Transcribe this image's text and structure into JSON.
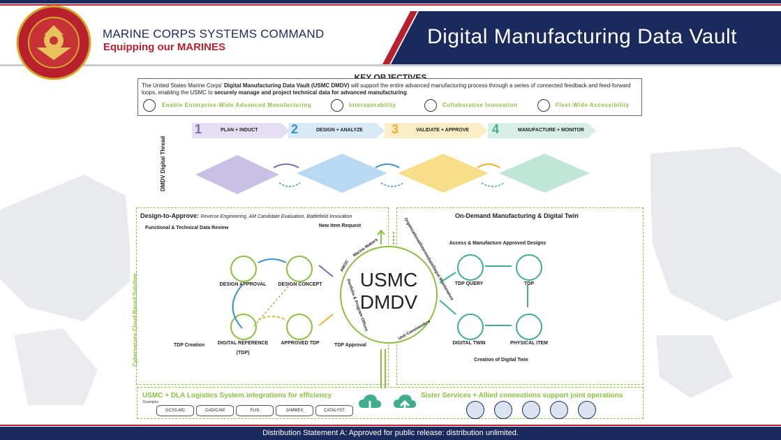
{
  "header": {
    "org": "MARINE CORPS SYSTEMS COMMAND",
    "tagline": "Equipping our MARINES",
    "title": "Digital Manufacturing Data Vault"
  },
  "objectives": {
    "title": "KEY OBJECTIVES",
    "text_1": "The United States Marine Corps' ",
    "text_bold_1": "Digital Manufacturing Data Vault (USMC DMDV)",
    "text_2": " will support the entire advanced manufacturing process through a series of connected feedback and feed-forward loops, enabling the USMC to ",
    "text_bold_2": "securely manage and project technical data for advanced manufacturing",
    "text_3": ".",
    "items": [
      "Enable Enterprise-Wide Advanced Manufacturing",
      "Interoperability",
      "Collaborative Innovation",
      "Fleet-Wide Accessibility"
    ]
  },
  "thread": {
    "label": "DMDV Digital Thread",
    "steps": [
      {
        "num": "1",
        "label": "PLAN + INDUCT",
        "color": "#7b6bb5",
        "bg": "#e4dff2"
      },
      {
        "num": "2",
        "label": "DESIGN + ANALYZE",
        "color": "#3c8fd0",
        "bg": "#d9eaf7"
      },
      {
        "num": "3",
        "label": "VALIDATE + APPROVE",
        "color": "#e9b22a",
        "bg": "#fbeec6"
      },
      {
        "num": "4",
        "label": "MANUFACTURE + MONITOR",
        "color": "#3fae8f",
        "bg": "#d7efe6"
      }
    ]
  },
  "design": {
    "title": "Design-to-Approve:",
    "subtitle": "Reverse Engineering, AM Candidate Evaluation, Battlefield Innovation",
    "functional_review": "Functional & Technical Data Review",
    "new_item": "New Item Request",
    "design_approval": "DESIGN APPROVAL",
    "design_concept": "DESIGN CONCEPT",
    "digital_reference": "DIGITAL REFERENCE",
    "tdp_paren": "(TDP)",
    "approved_tdp": "APPROVED TDP",
    "tdp_creation": "TDP Creation",
    "tdp_approval": "TDP Approval"
  },
  "center": {
    "line1": "USMC",
    "line2": "DMDV",
    "ring": [
      "AMOC",
      "Marine Makers",
      "Organizational/Intermediate/Depot Maintenance",
      "Unit Commanders",
      "Portfolio & Program Offices"
    ]
  },
  "ondemand": {
    "title": "On-Demand Manufacturing & Digital Twin",
    "access": "Access & Manufacture Approved Designs",
    "tdp_query": "TDP QUERY",
    "tdp": "TDP",
    "physical_item": "PHYSICAL ITEM",
    "digital_twin": "DIGITAL TWIN",
    "creation": "Creation of Digital Twin"
  },
  "side_label": "Cybersecure Cloud Based Solution",
  "logistics": {
    "title": "USMC + DLA Logistics System integrations for efficiency",
    "examples": "Examples",
    "systems": [
      "GCSS-MC",
      "CAD/CAM",
      "FLIS",
      "JAMMEX",
      "CATALYST"
    ]
  },
  "sister": {
    "title": "Sister Services + Allied connections support joint operations"
  },
  "footer": {
    "text": "Distribution Statement A: Approved for public release: distribution unlimited."
  },
  "colors": {
    "navy": "#1b2a5c",
    "red": "#b8202e",
    "green": "#8cbf3f"
  }
}
